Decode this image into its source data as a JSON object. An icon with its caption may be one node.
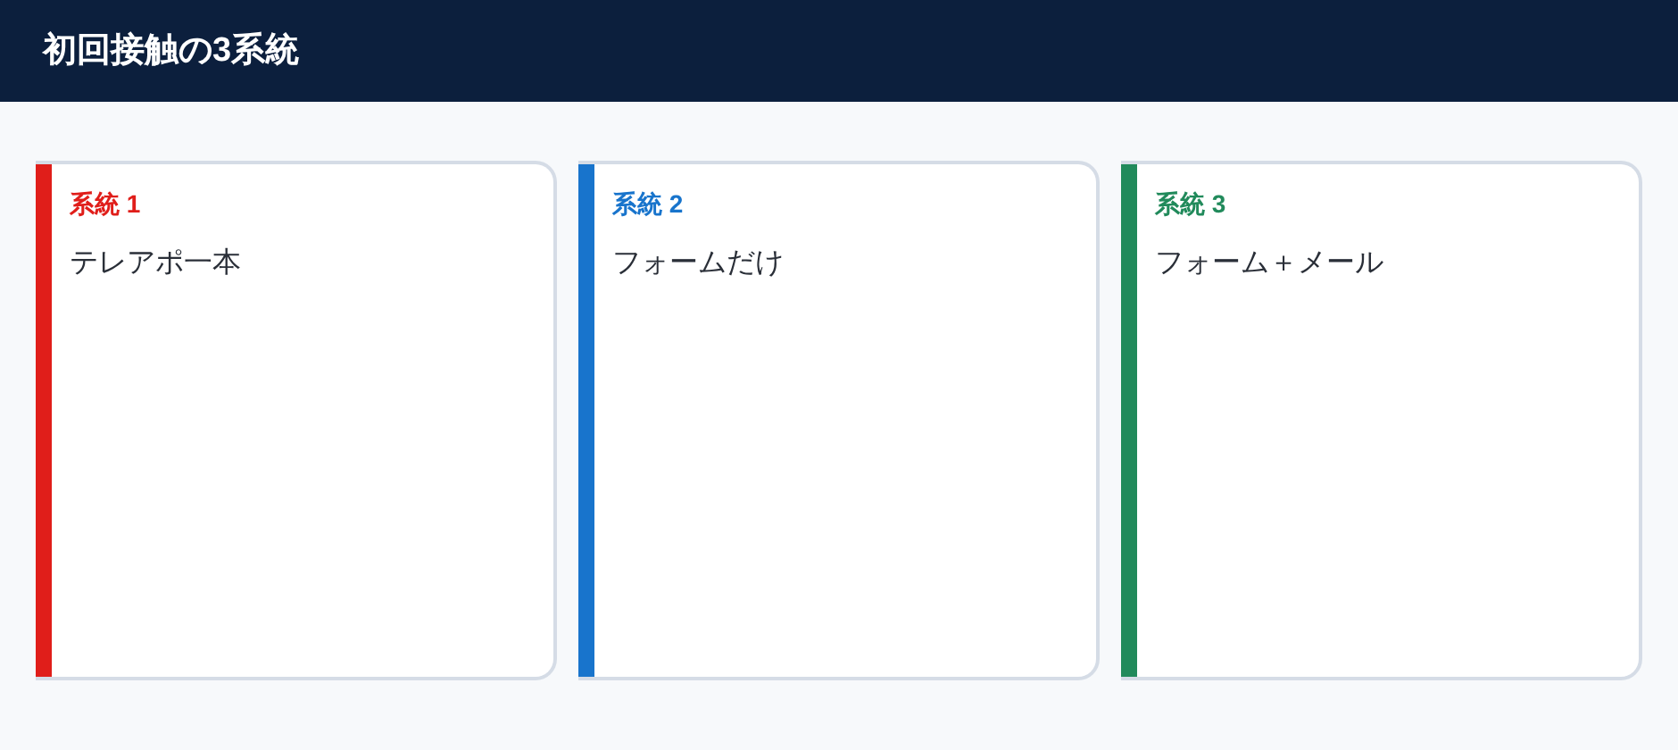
{
  "diagram": {
    "title": "初回接触の3系統",
    "nodes": [
      {
        "text": [
          "系統 1",
          "テレアポ一本"
        ]
      },
      {
        "text": [
          "系統 2",
          "フォームだけ"
        ]
      },
      {
        "text": [
          "系統 3",
          "フォーム＋メール"
        ]
      }
    ],
    "edges": []
  }
}
